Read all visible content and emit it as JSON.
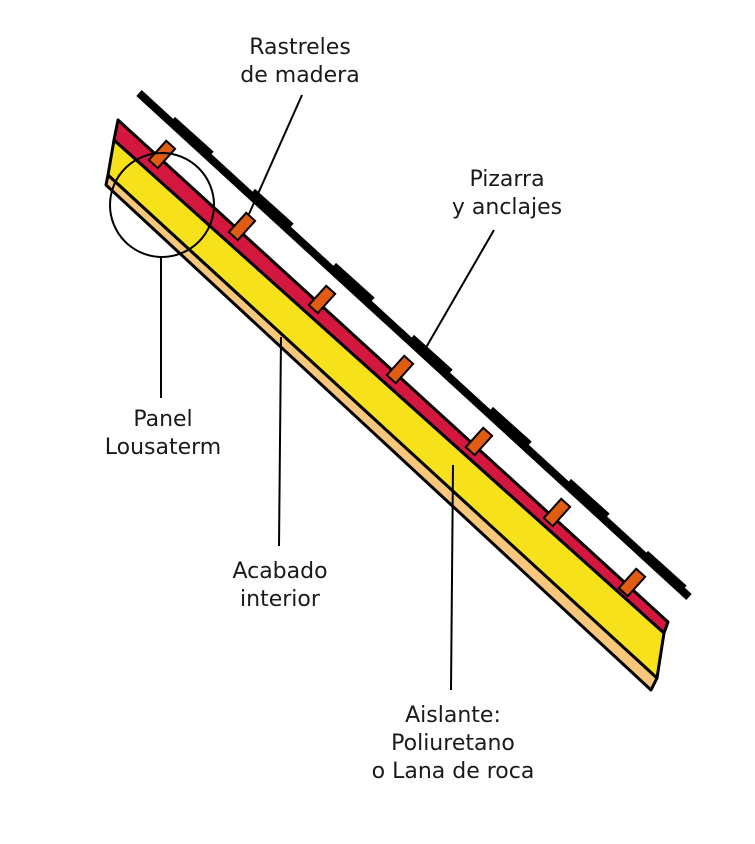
{
  "colors": {
    "background": "#ffffff",
    "outline": "#000000",
    "membrane": "#d4173f",
    "insulation": "#f6e11a",
    "interior_finish": "#f8c77c",
    "battens": "#e05c13",
    "slate": "#000000",
    "leader": "#000000"
  },
  "labels": {
    "battens": {
      "line1": "Rastreles",
      "line2": "de madera"
    },
    "slate": {
      "line1": "Pizarra",
      "line2": "y anclajes"
    },
    "panel": {
      "line1": "Panel",
      "line2": "Lousaterm"
    },
    "finish": {
      "line1": "Acabado",
      "line2": "interior"
    },
    "insulation": {
      "line1": "Aislante:",
      "line2": "Poliuretano",
      "line3": "o Lana de roca"
    }
  }
}
